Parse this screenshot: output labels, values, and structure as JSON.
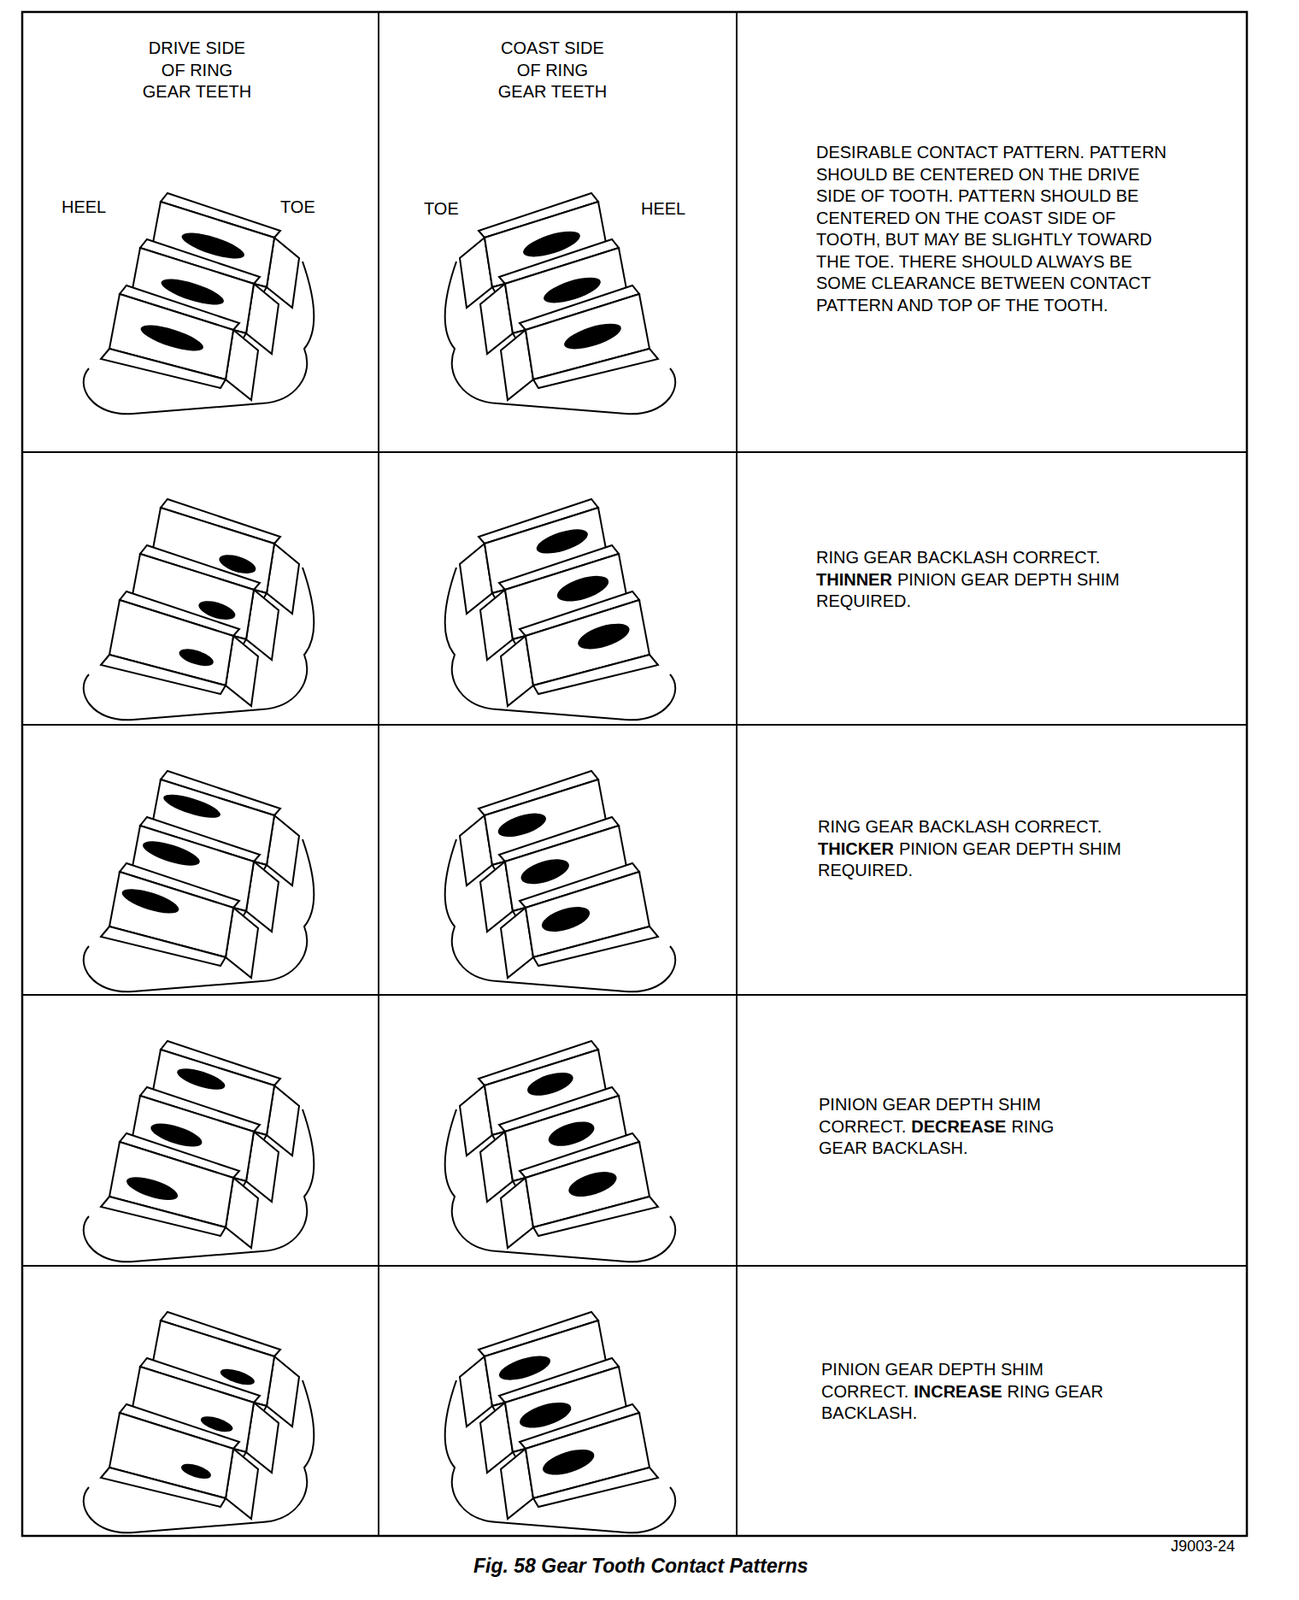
{
  "diagram": {
    "caption": "Fig. 58 Gear Tooth Contact Patterns",
    "labels": [
      "DRIVE SIDE OF RING GEAR TEETH",
      "COAST SIDE OF RING GEAR TEETH",
      "HEEL",
      "TOE",
      "TOE",
      "HEEL",
      "DESIRABLE CONTACT PATTERN. PATTERN SHOULD BE CENTERED ON THE DRIVE SIDE OF TOOTH. PATTERN SHOULD BE CENTERED ON THE COAST SIDE OF TOOTH, BUT MAY BE SLIGHTLY TOWARD THE TOE. THERE SHOULD ALWAYS BE SOME CLEARANCE BETWEEN CONTACT PATTERN AND TOP OF THE TOOTH.",
      "RING GEAR BACKLASH CORRECT.",
      "THINNER",
      "PINION GEAR DEPTH SHIM REQUIRED.",
      "RING GEAR BACKLASH CORRECT.",
      "THICKER",
      "PINION GEAR DEPTH SHIM REQUIRED.",
      "PINION GEAR DEPTH SHIM CORRECT.",
      "DECREASE",
      "RING GEAR BACKLASH.",
      "PINION GEAR DEPTH SHIM CORRECT.",
      "INCREASE",
      "RING GEAR BACKLASH.",
      "J9003-24"
    ]
  }
}
